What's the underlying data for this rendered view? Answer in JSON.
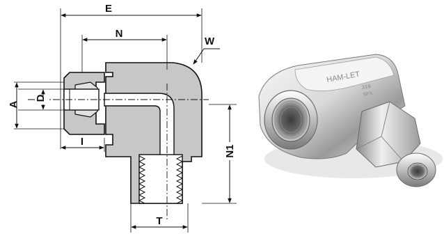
{
  "drawing": {
    "labels": {
      "E": "E",
      "N": "N",
      "W": "W",
      "A": "A",
      "D": "D",
      "I": "I",
      "N1": "N1",
      "T": "T"
    }
  },
  "photo": {
    "engraving": "HAM-LET",
    "code_1": "316",
    "code_2": "SPX"
  },
  "colors": {
    "section_fill": "#c7c7c7",
    "line": "#111111",
    "photo_steel_light": "#f2f2f2",
    "photo_steel_dark": "#6a6a6a"
  }
}
